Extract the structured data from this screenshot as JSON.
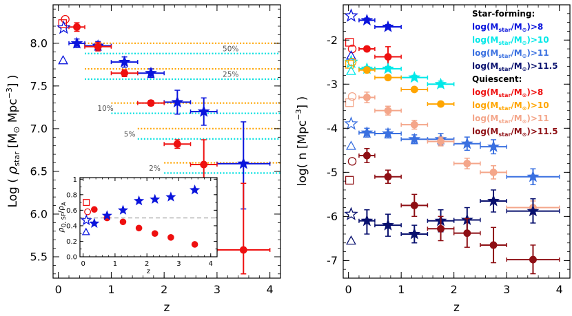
{
  "chart_data": [
    {
      "type": "scatter",
      "panel": "left",
      "xlabel": "z",
      "ylabel_parts": [
        "Log ( ",
        "ρ",
        "star",
        " [M",
        "⊙",
        " Mpc",
        "−3",
        "] )"
      ],
      "xlim": [
        -0.1,
        4.2
      ],
      "ylim": [
        5.25,
        8.45
      ],
      "x_ticks": [
        "0",
        "1",
        "2",
        "3",
        "4"
      ],
      "y_ticks": [
        "5.5",
        "6.0",
        "6.5",
        "7.0",
        "7.5",
        "8.0"
      ],
      "series": [
        {
          "marker": "star",
          "color": "#0a14dc",
          "points": [
            {
              "x": 0.35,
              "y": 8.0,
              "xlo": 0.2,
              "xhi": 0.5,
              "ylo": 7.95,
              "yhi": 8.05
            },
            {
              "x": 0.75,
              "y": 7.97,
              "xlo": 0.5,
              "xhi": 1.0,
              "ylo": 7.92,
              "yhi": 8.02
            },
            {
              "x": 1.25,
              "y": 7.78,
              "xlo": 1.0,
              "xhi": 1.5,
              "ylo": 7.72,
              "yhi": 7.84
            },
            {
              "x": 1.75,
              "y": 7.65,
              "xlo": 1.5,
              "xhi": 2.0,
              "ylo": 7.6,
              "yhi": 7.7
            },
            {
              "x": 2.25,
              "y": 7.31,
              "xlo": 2.0,
              "xhi": 2.5,
              "ylo": 7.17,
              "yhi": 7.45
            },
            {
              "x": 2.75,
              "y": 7.2,
              "xlo": 2.5,
              "xhi": 3.0,
              "ylo": 7.04,
              "yhi": 7.36
            },
            {
              "x": 3.5,
              "y": 6.59,
              "xlo": 3.0,
              "xhi": 4.0,
              "ylo": 6.06,
              "yhi": 7.08
            }
          ]
        },
        {
          "marker": "circle",
          "color": "#ee1010",
          "points": [
            {
              "x": 0.35,
              "y": 8.19,
              "xlo": 0.2,
              "xhi": 0.5,
              "ylo": 8.14,
              "yhi": 8.24
            },
            {
              "x": 0.75,
              "y": 7.96,
              "xlo": 0.5,
              "xhi": 1.0,
              "ylo": 7.91,
              "yhi": 8.01
            },
            {
              "x": 1.25,
              "y": 7.65,
              "xlo": 1.0,
              "xhi": 1.5,
              "ylo": 7.61,
              "yhi": 7.69
            },
            {
              "x": 1.75,
              "y": 7.3,
              "xlo": 1.5,
              "xhi": 2.0,
              "ylo": 7.27,
              "yhi": 7.33
            },
            {
              "x": 2.25,
              "y": 6.82,
              "xlo": 2.0,
              "xhi": 2.5,
              "ylo": 6.77,
              "yhi": 6.87
            },
            {
              "x": 2.75,
              "y": 6.58,
              "xlo": 2.5,
              "xhi": 3.0,
              "ylo": 6.31,
              "yhi": 6.87
            },
            {
              "x": 3.5,
              "y": 5.58,
              "xlo": 3.0,
              "xhi": 4.0,
              "ylo": 5.3,
              "yhi": 6.36
            }
          ]
        }
      ],
      "local_points": [
        {
          "marker": "open-square",
          "color": "#ee1010",
          "x": 0.08,
          "y": 8.23
        },
        {
          "marker": "open-circle",
          "color": "#ee1010",
          "x": 0.13,
          "y": 8.28
        },
        {
          "marker": "open-star",
          "color": "#0a14dc",
          "x": 0.1,
          "y": 8.18
        },
        {
          "marker": "open-triangle",
          "color": "#0a14dc",
          "x": 0.09,
          "y": 7.8
        }
      ],
      "reference_lines": [
        {
          "label": "50%",
          "orange_y": 8.0,
          "cyan_y": 7.88,
          "x_from": 0.5
        },
        {
          "label": "25%",
          "orange_y": 7.7,
          "cyan_y": 7.58,
          "x_from": 0.5
        },
        {
          "label": "10%",
          "orange_y": 7.3,
          "cyan_y": 7.18,
          "x_from": 1.0
        },
        {
          "label": "5%",
          "orange_y": 7.0,
          "cyan_y": 6.88,
          "x_from": 1.5
        },
        {
          "label": "2%",
          "orange_y": 6.6,
          "cyan_y": 6.48,
          "x_from": 2.0
        }
      ],
      "reference_colors": {
        "orange": "#ffa500",
        "cyan": "#00e0e0"
      },
      "inset": {
        "xlabel": "z",
        "ylabel_parts": [
          "ρ",
          "Q, SF",
          "/ρ",
          "A"
        ],
        "xlim": [
          -0.1,
          4.2
        ],
        "ylim": [
          0.0,
          1.02
        ],
        "x_ticks": [
          "0",
          "1",
          "2",
          "3",
          "4"
        ],
        "y_ticks": [
          "0.0",
          "0.2",
          "0.4",
          "0.6",
          "0.8",
          "1"
        ],
        "dashed_y": 0.5,
        "stars": [
          {
            "x": 0.35,
            "y": 0.43
          },
          {
            "x": 0.75,
            "y": 0.53
          },
          {
            "x": 1.25,
            "y": 0.6
          },
          {
            "x": 1.75,
            "y": 0.72
          },
          {
            "x": 2.25,
            "y": 0.74
          },
          {
            "x": 2.75,
            "y": 0.77
          },
          {
            "x": 3.5,
            "y": 0.86
          }
        ],
        "circles": [
          {
            "x": 0.35,
            "y": 0.61
          },
          {
            "x": 0.75,
            "y": 0.5
          },
          {
            "x": 1.25,
            "y": 0.45
          },
          {
            "x": 1.75,
            "y": 0.37
          },
          {
            "x": 2.25,
            "y": 0.3
          },
          {
            "x": 2.75,
            "y": 0.25
          },
          {
            "x": 3.5,
            "y": 0.16
          }
        ],
        "local_points": [
          {
            "marker": "open-square",
            "x": 0.1,
            "y": 0.7,
            "color": "#ee1010"
          },
          {
            "marker": "open-circle",
            "x": 0.14,
            "y": 0.58,
            "color": "#ee1010"
          },
          {
            "marker": "open-star",
            "x": 0.1,
            "y": 0.47,
            "color": "#0a14dc"
          },
          {
            "marker": "open-triangle",
            "x": 0.09,
            "y": 0.32,
            "color": "#0a14dc"
          }
        ]
      }
    },
    {
      "type": "scatter",
      "panel": "right",
      "xlabel": "z",
      "ylabel": "log( n [Mpc",
      "ylabel_sup": "−3",
      "ylabel_end": "] )",
      "xlim": [
        -0.1,
        4.2
      ],
      "ylim": [
        -7.4,
        -1.2
      ],
      "x_ticks": [
        "0",
        "1",
        "2",
        "3",
        "4"
      ],
      "y_ticks": [
        "-7",
        "-6",
        "-5",
        "-4",
        "-3",
        "-2"
      ],
      "legend": {
        "placement": "top-right",
        "title_sf": "Star-forming:",
        "title_q": "Quiescent:",
        "label_prefix": "log(M",
        "label_sub1": "star",
        "label_mid": "/M",
        "label_sub2": "⊙",
        "entries_sf": [
          {
            "suffix": ")>8",
            "color": "#0a14dc"
          },
          {
            "suffix": ")>10",
            "color": "#00e8e8"
          },
          {
            "suffix": ")>11",
            "color": "#3a70e0"
          },
          {
            "suffix": ")>11.5",
            "color": "#08106e"
          }
        ],
        "entries_q": [
          {
            "suffix": ")>8",
            "color": "#ee1010"
          },
          {
            "suffix": ")>10",
            "color": "#ffa500"
          },
          {
            "suffix": ")>11",
            "color": "#f4a68a"
          },
          {
            "suffix": ")>11.5",
            "color": "#8e0f14"
          }
        ]
      },
      "series": [
        {
          "marker": "star",
          "color": "#0a14dc",
          "points": [
            {
              "x": 0.35,
              "y": -1.55,
              "xlo": 0.2,
              "xhi": 0.5,
              "ylo": -1.6,
              "yhi": -1.5
            },
            {
              "x": 0.75,
              "y": -1.7,
              "xlo": 0.5,
              "xhi": 1.0,
              "ylo": -1.75,
              "yhi": -1.65
            }
          ]
        },
        {
          "marker": "circle",
          "color": "#ee1010",
          "points": [
            {
              "x": 0.35,
              "y": -2.2,
              "xlo": 0.2,
              "xhi": 0.5,
              "ylo": -2.25,
              "yhi": -2.15
            },
            {
              "x": 0.75,
              "y": -2.38,
              "xlo": 0.5,
              "xhi": 1.0,
              "ylo": -2.6,
              "yhi": -2.15
            }
          ]
        },
        {
          "marker": "star",
          "color": "#00e8e8",
          "points": [
            {
              "x": 0.35,
              "y": -2.65,
              "xlo": 0.2,
              "xhi": 0.5,
              "ylo": -2.7,
              "yhi": -2.6
            },
            {
              "x": 0.75,
              "y": -2.65,
              "xlo": 0.5,
              "xhi": 1.0,
              "ylo": -2.7,
              "yhi": -2.6
            },
            {
              "x": 1.25,
              "y": -2.85,
              "xlo": 1.0,
              "xhi": 1.5,
              "ylo": -2.9,
              "yhi": -2.8
            },
            {
              "x": 1.75,
              "y": -3.0,
              "xlo": 1.5,
              "xhi": 2.0,
              "ylo": -3.07,
              "yhi": -2.93
            }
          ]
        },
        {
          "marker": "circle",
          "color": "#ffa500",
          "points": [
            {
              "x": 0.35,
              "y": -2.68,
              "xlo": 0.2,
              "xhi": 0.5,
              "ylo": -2.73,
              "yhi": -2.63
            },
            {
              "x": 0.75,
              "y": -2.85,
              "xlo": 0.5,
              "xhi": 1.0,
              "ylo": -2.9,
              "yhi": -2.8
            },
            {
              "x": 1.25,
              "y": -3.12,
              "xlo": 1.0,
              "xhi": 1.5,
              "ylo": -3.17,
              "yhi": -3.07
            },
            {
              "x": 1.75,
              "y": -3.45,
              "xlo": 1.5,
              "xhi": 2.0,
              "ylo": -3.5,
              "yhi": -3.4
            }
          ]
        },
        {
          "marker": "star",
          "color": "#3a70e0",
          "points": [
            {
              "x": 0.35,
              "y": -4.1,
              "xlo": 0.2,
              "xhi": 0.5,
              "ylo": -4.2,
              "yhi": -4.0
            },
            {
              "x": 0.75,
              "y": -4.12,
              "xlo": 0.5,
              "xhi": 1.0,
              "ylo": -4.22,
              "yhi": -4.02
            },
            {
              "x": 1.25,
              "y": -4.25,
              "xlo": 1.0,
              "xhi": 1.5,
              "ylo": -4.35,
              "yhi": -4.15
            },
            {
              "x": 1.75,
              "y": -4.25,
              "xlo": 1.5,
              "xhi": 2.0,
              "ylo": -4.38,
              "yhi": -4.12
            },
            {
              "x": 2.25,
              "y": -4.35,
              "xlo": 2.0,
              "xhi": 2.5,
              "ylo": -4.5,
              "yhi": -4.2
            },
            {
              "x": 2.75,
              "y": -4.42,
              "xlo": 2.5,
              "xhi": 3.0,
              "ylo": -4.58,
              "yhi": -4.26
            },
            {
              "x": 3.5,
              "y": -5.1,
              "xlo": 3.0,
              "xhi": 4.0,
              "ylo": -5.28,
              "yhi": -4.92
            }
          ]
        },
        {
          "marker": "circle",
          "color": "#f4a68a",
          "points": [
            {
              "x": 0.35,
              "y": -3.3,
              "xlo": 0.2,
              "xhi": 0.5,
              "ylo": -3.42,
              "yhi": -3.18
            },
            {
              "x": 0.75,
              "y": -3.6,
              "xlo": 0.5,
              "xhi": 1.0,
              "ylo": -3.7,
              "yhi": -3.5
            },
            {
              "x": 1.25,
              "y": -3.92,
              "xlo": 1.0,
              "xhi": 1.5,
              "ylo": -4.02,
              "yhi": -3.82
            },
            {
              "x": 1.75,
              "y": -4.3,
              "xlo": 1.5,
              "xhi": 2.0,
              "ylo": -4.4,
              "yhi": -4.2
            },
            {
              "x": 2.25,
              "y": -4.8,
              "xlo": 2.0,
              "xhi": 2.5,
              "ylo": -4.92,
              "yhi": -4.68
            },
            {
              "x": 2.75,
              "y": -5.0,
              "xlo": 2.5,
              "xhi": 3.0,
              "ylo": -5.15,
              "yhi": -4.85
            },
            {
              "x": 3.5,
              "y": -5.8,
              "xlo": 3.0,
              "xhi": 4.0,
              "ylo": -5.95,
              "yhi": -5.65
            }
          ]
        },
        {
          "marker": "star",
          "color": "#08106e",
          "points": [
            {
              "x": 0.35,
              "y": -6.1,
              "xlo": 0.2,
              "xhi": 0.5,
              "ylo": -6.4,
              "yhi": -5.85
            },
            {
              "x": 0.75,
              "y": -6.2,
              "xlo": 0.5,
              "xhi": 1.0,
              "ylo": -6.45,
              "yhi": -5.95
            },
            {
              "x": 1.25,
              "y": -6.4,
              "xlo": 1.0,
              "xhi": 1.5,
              "ylo": -6.6,
              "yhi": -6.2
            },
            {
              "x": 1.75,
              "y": -6.1,
              "xlo": 1.5,
              "xhi": 2.0,
              "ylo": -6.35,
              "yhi": -5.85
            },
            {
              "x": 2.25,
              "y": -6.08,
              "xlo": 2.0,
              "xhi": 2.5,
              "ylo": -6.35,
              "yhi": -5.8
            },
            {
              "x": 2.75,
              "y": -5.65,
              "xlo": 2.5,
              "xhi": 3.0,
              "ylo": -5.9,
              "yhi": -5.4
            },
            {
              "x": 3.5,
              "y": -5.88,
              "xlo": 3.0,
              "xhi": 4.0,
              "ylo": -6.15,
              "yhi": -5.6
            }
          ]
        },
        {
          "marker": "circle",
          "color": "#8e0f14",
          "points": [
            {
              "x": 0.35,
              "y": -4.62,
              "xlo": 0.2,
              "xhi": 0.5,
              "ylo": -4.78,
              "yhi": -4.46
            },
            {
              "x": 0.75,
              "y": -5.1,
              "xlo": 0.5,
              "xhi": 1.0,
              "ylo": -5.25,
              "yhi": -4.95
            },
            {
              "x": 1.25,
              "y": -5.75,
              "xlo": 1.0,
              "xhi": 1.5,
              "ylo": -6.0,
              "yhi": -5.5
            },
            {
              "x": 1.75,
              "y": -6.28,
              "xlo": 1.5,
              "xhi": 2.0,
              "ylo": -6.55,
              "yhi": -6.0
            },
            {
              "x": 2.25,
              "y": -6.38,
              "xlo": 2.0,
              "xhi": 2.5,
              "ylo": -6.7,
              "yhi": -6.05
            },
            {
              "x": 2.75,
              "y": -6.65,
              "xlo": 2.5,
              "xhi": 3.0,
              "ylo": -7.05,
              "yhi": -6.25
            },
            {
              "x": 3.5,
              "y": -6.98,
              "xlo": 3.0,
              "xhi": 4.0,
              "ylo": -7.3,
              "yhi": -6.65
            }
          ]
        }
      ],
      "local_points": [
        {
          "marker": "open-star",
          "color": "#0a14dc",
          "x": 0.05,
          "y": -1.45
        },
        {
          "marker": "open-square",
          "color": "#ee1010",
          "x": 0.02,
          "y": -2.05
        },
        {
          "marker": "open-circle",
          "color": "#ee1010",
          "x": 0.07,
          "y": -2.2
        },
        {
          "marker": "open-triangle",
          "color": "#0a14dc",
          "x": 0.05,
          "y": -2.35
        },
        {
          "marker": "open-star",
          "color": "#00e8e8",
          "x": 0.05,
          "y": -2.5
        },
        {
          "marker": "open-square",
          "color": "#ffa500",
          "x": 0.02,
          "y": -2.55
        },
        {
          "marker": "open-circle",
          "color": "#ffa500",
          "x": 0.07,
          "y": -2.5
        },
        {
          "marker": "open-triangle",
          "color": "#00e8e8",
          "x": 0.05,
          "y": -2.7
        },
        {
          "marker": "open-circle",
          "color": "#f4a68a",
          "x": 0.07,
          "y": -3.28
        },
        {
          "marker": "open-square",
          "color": "#f4a68a",
          "x": 0.02,
          "y": -3.42
        },
        {
          "marker": "open-star",
          "color": "#3a70e0",
          "x": 0.05,
          "y": -3.9
        },
        {
          "marker": "open-triangle",
          "color": "#3a70e0",
          "x": 0.05,
          "y": -4.4
        },
        {
          "marker": "open-circle",
          "color": "#8e0f14",
          "x": 0.07,
          "y": -4.75
        },
        {
          "marker": "open-square",
          "color": "#8e0f14",
          "x": 0.02,
          "y": -5.18
        },
        {
          "marker": "open-star",
          "color": "#08106e",
          "x": 0.05,
          "y": -5.95
        },
        {
          "marker": "open-triangle",
          "color": "#08106e",
          "x": 0.05,
          "y": -6.55
        }
      ]
    }
  ]
}
